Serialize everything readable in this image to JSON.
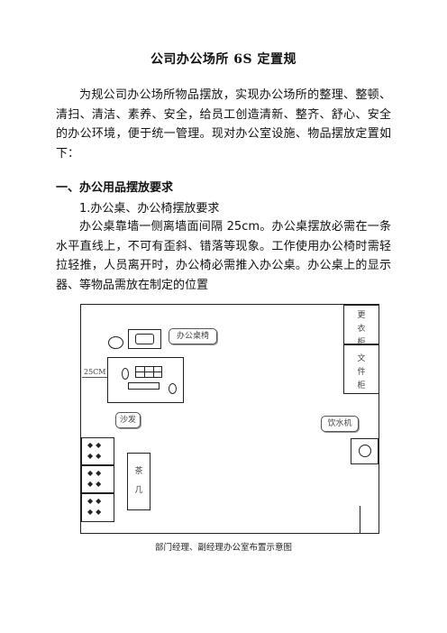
{
  "title": "公司办公场所 6S 定置规",
  "intro": "为规公司办公场所物品摆放，实现办公场所的整理、整顿、清扫、清洁、素养、安全，给员工创造清新、整齐、舒心、安全的办公环境，便于统一管理。现对办公室设施、物品摆放定置如下：",
  "section1_heading": "一、办公用品摆放要求",
  "section1_sub": "1.办公桌、办公椅摆放要求",
  "section1_body": "办公桌靠墙一侧离墙面间隔 25cm。办公桌摆放必需在一条水平直线上，不可有歪斜、错落等现象。工作使用办公椅时需轻拉轻推，人员离开时，办公椅必需推入办公桌。办公桌上的显示器、等物品需放在制定的位置",
  "diagram": {
    "locker": [
      "更",
      "衣",
      "柜"
    ],
    "file_cabinet": [
      "文",
      "件",
      "柜"
    ],
    "desk_chair_label": "办公桌椅",
    "gap_label": "25CM",
    "sofa_label": "沙发",
    "water_label": "饮水机",
    "tea_table": [
      "茶",
      "几"
    ]
  },
  "caption": "部门经理、副经理办公室布置示意图"
}
